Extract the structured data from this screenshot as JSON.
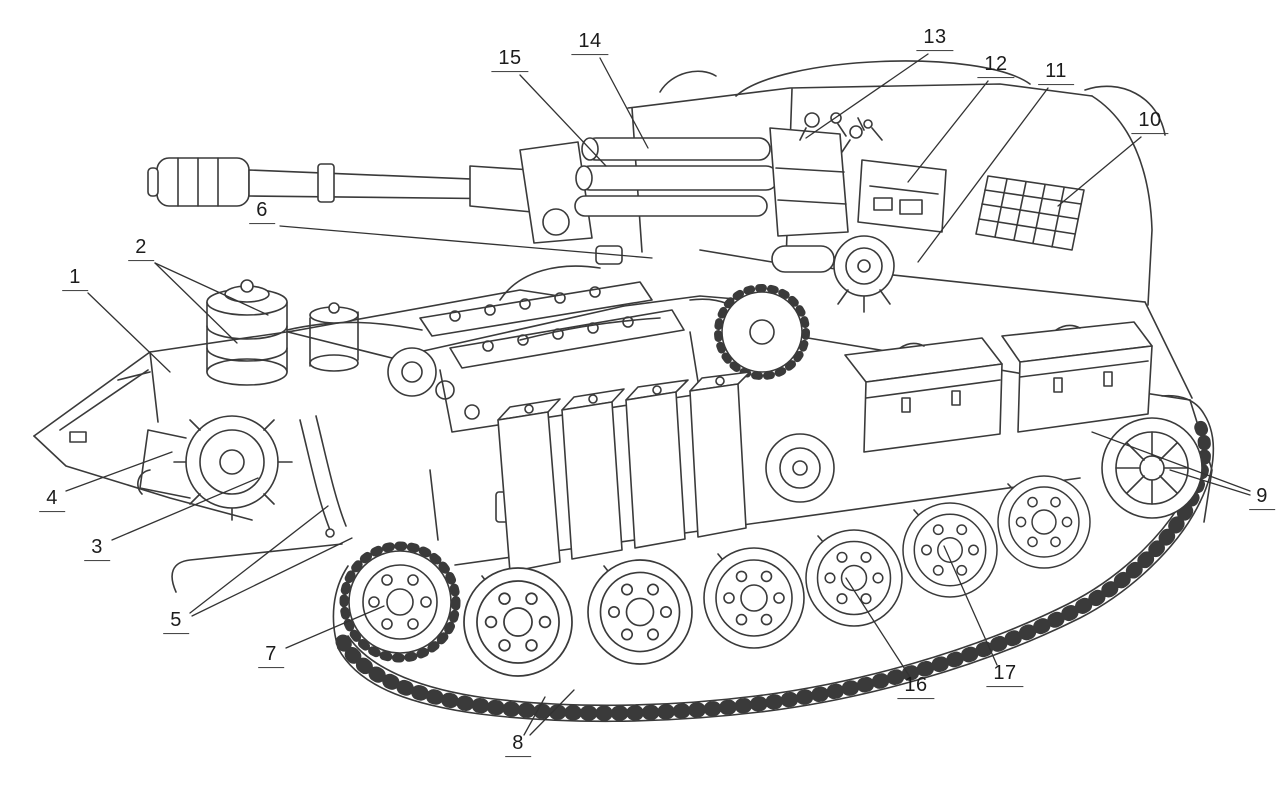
{
  "figure": {
    "kind": "cutaway-technical-illustration",
    "subject": "self-propelled-gun",
    "background_color": "#ffffff",
    "line_color": "#3a3a3a",
    "callout_text_color": "#1c1c1c"
  },
  "callouts": [
    {
      "label": "1"
    },
    {
      "label": "2"
    },
    {
      "label": "3"
    },
    {
      "label": "4"
    },
    {
      "label": "5"
    },
    {
      "label": "6"
    },
    {
      "label": "7"
    },
    {
      "label": "8"
    },
    {
      "label": "9"
    },
    {
      "label": "10"
    },
    {
      "label": "11"
    },
    {
      "label": "12"
    },
    {
      "label": "13"
    },
    {
      "label": "14"
    },
    {
      "label": "15"
    },
    {
      "label": "16"
    },
    {
      "label": "17"
    }
  ]
}
